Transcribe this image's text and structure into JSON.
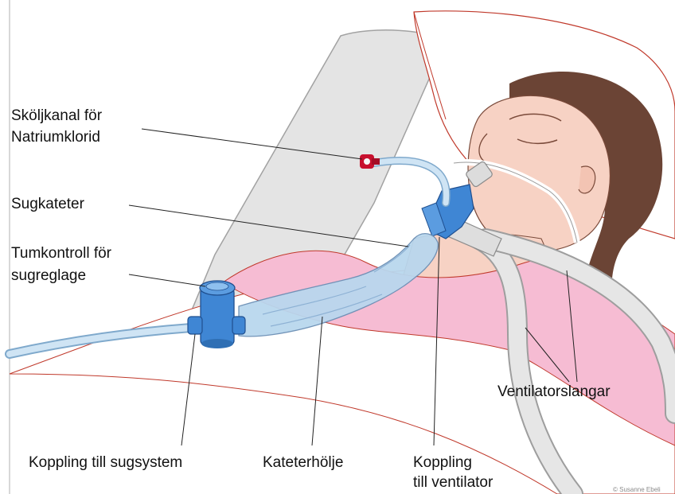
{
  "labels": {
    "rinse_channel_line1": "Sköljkanal för",
    "rinse_channel_line2": "Natriumklorid",
    "suction_catheter": "Sugkateter",
    "thumb_control_line1": "Tumkontroll för",
    "thumb_control_line2": "sugreglage",
    "suction_connection": "Koppling till sugsystem",
    "catheter_sleeve": "Kateterhölje",
    "ventilator_connection_line1": "Koppling",
    "ventilator_connection_line2": "till ventilator",
    "ventilator_tubes": "Ventilatorslangar"
  },
  "credit": "© Susanne Ebeli",
  "colors": {
    "tube_blue": "#b9d7ee",
    "connector_blue": "#3f86d4",
    "valve_red": "#c8102e",
    "sheet_pink": "#f6bcd3",
    "bed_gray": "#e4e4e4",
    "skin": "#f7d2c4",
    "hair": "#6b4435",
    "ventilator_tube": "#e3e3e3"
  }
}
